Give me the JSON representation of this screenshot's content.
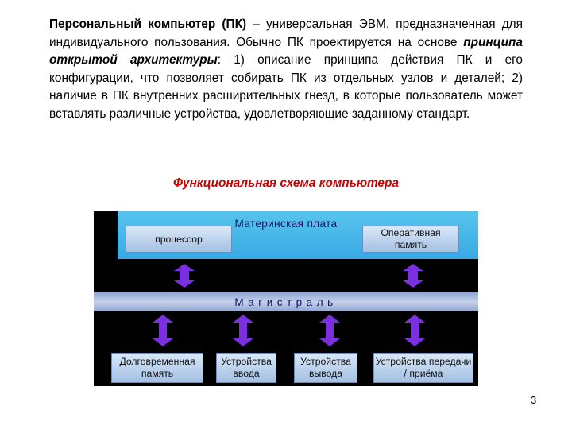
{
  "intro": {
    "term": "Персональный компьютер (ПК)",
    "text_a": " – универсальная ЭВМ, предназначенная для индивидуального пользования. Обычно ПК проектируется на основе ",
    "emphasis": "принципа открытой архитектуры",
    "text_b": ": 1) описание принципа действия ПК и его конфигурации, что позволяет собирать ПК из отдельных узлов и деталей; 2) наличие в ПК внутренних расширительных гнезд, в которые пользователь может вставлять различные устройства, удовлетворяющие заданному стандарт."
  },
  "caption": "Функциональная схема компьютера",
  "diagram": {
    "motherboard_label": "Материнская плата",
    "processor_label": "процессор",
    "ram_label": "Оперативная память",
    "bus_label": "Магистраль",
    "devices": [
      {
        "label": "Долговременная память"
      },
      {
        "label": "Устройства ввода"
      },
      {
        "label": "Устройства вывода"
      },
      {
        "label": "Устройства передачи / приёма"
      }
    ],
    "colors": {
      "background": "#000000",
      "motherboard": "#4bb8ea",
      "arrow": "#7b2fe0",
      "caption": "#cc0000"
    }
  },
  "page_number": "3"
}
